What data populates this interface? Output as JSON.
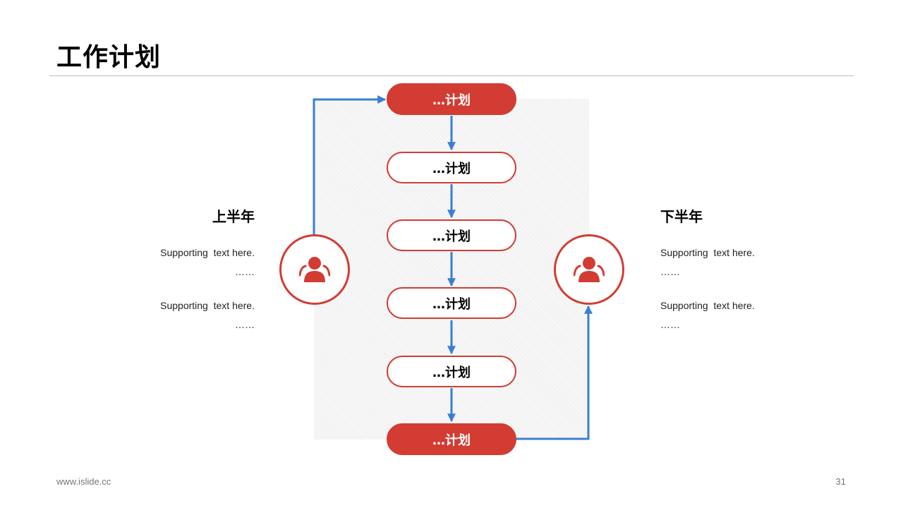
{
  "title": "工作计划",
  "steps": [
    "…计划",
    "…计划",
    "…计划",
    "…计划",
    "…计划",
    "…计划"
  ],
  "left": {
    "heading": "上半年",
    "paragraphs": [
      {
        "text": "Supporting  text here.",
        "ellipsis": "……"
      },
      {
        "text": "Supporting  text here.",
        "ellipsis": "……"
      }
    ]
  },
  "right": {
    "heading": "下半年",
    "paragraphs": [
      {
        "text": "Supporting  text here.",
        "ellipsis": "……"
      },
      {
        "text": "Supporting  text here.",
        "ellipsis": "……"
      }
    ]
  },
  "footer": {
    "site": "www.islide.cc",
    "page": "31"
  },
  "colors": {
    "accent": "#d23c33",
    "arrow": "#3a7fd0",
    "rule": "#bdbdbd"
  },
  "icons": {
    "people": "people-icon"
  }
}
